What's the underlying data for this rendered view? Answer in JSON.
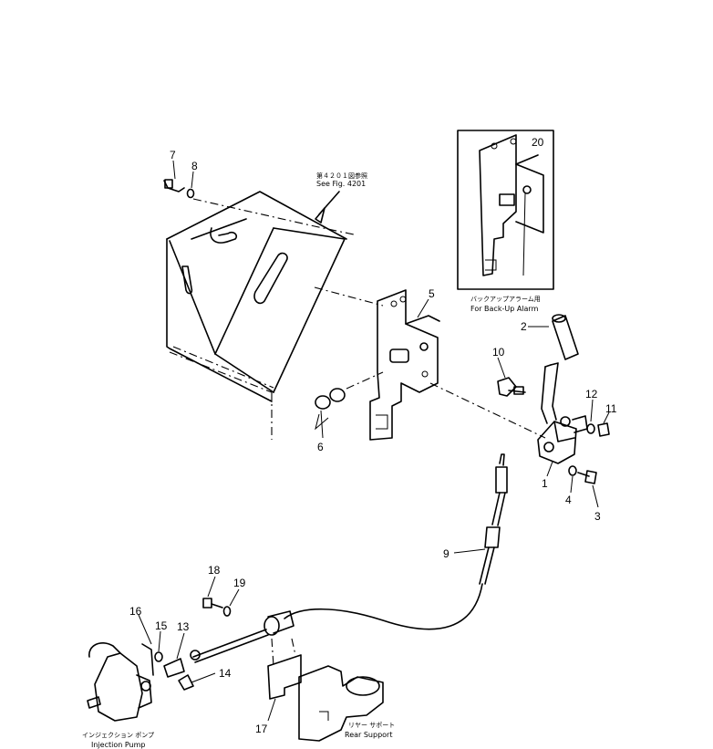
{
  "callouts": {
    "c1": "1",
    "c2": "2",
    "c3": "3",
    "c4": "4",
    "c5": "5",
    "c6": "6",
    "c7": "7",
    "c8": "8",
    "c9": "9",
    "c10": "10",
    "c11": "11",
    "c12": "12",
    "c13": "13",
    "c14": "14",
    "c15": "15",
    "c16": "16",
    "c17": "17",
    "c18": "18",
    "c19": "19",
    "c20": "20"
  },
  "notes": {
    "see_fig_jp": "第４２０１図参照",
    "see_fig_en": "See Fig. 4201",
    "backup_alarm_jp": "バックアップアラーム用",
    "backup_alarm_en": "For Back-Up Alarm",
    "injection_pump_jp": "インジェクション ポンプ",
    "injection_pump_en": "Injection Pump",
    "rear_support_jp": "リヤー サポート",
    "rear_support_en": "Rear Support"
  }
}
